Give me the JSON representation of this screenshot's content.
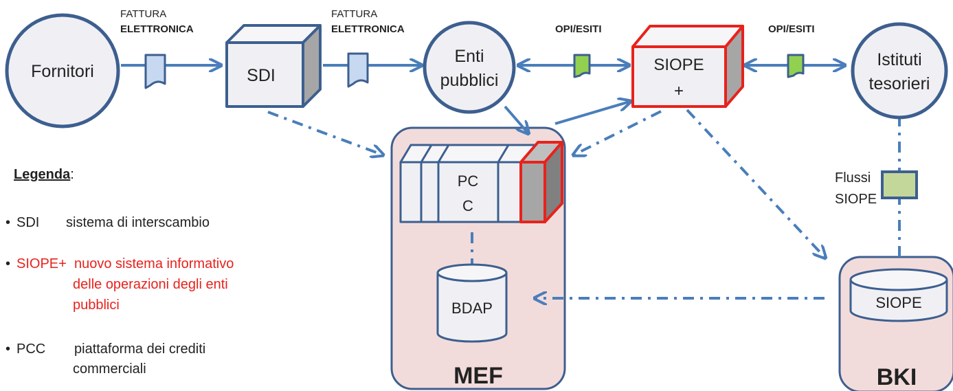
{
  "nodes": {
    "fornitori": "Fornitori",
    "sdi": "SDI",
    "enti_line1": "Enti",
    "enti_line2": "pubblici",
    "siope_line1": "SIOPE",
    "siope_line2": "+",
    "istituti_line1": "Istituti",
    "istituti_line2": "tesorieri",
    "pcc_line1": "PC",
    "pcc_line2": "C",
    "bdap": "BDAP",
    "mef": "MEF",
    "bki_db": "SIOPE",
    "bki": "BKI"
  },
  "edge_labels": {
    "fattura1_line1": "FATTURA",
    "fattura1_line2": "ELETTRONICA",
    "fattura2_line1": "FATTURA",
    "fattura2_line2": "ELETTRONICA",
    "opi1": "OPI/ESITI",
    "opi2": "OPI/ESITI",
    "flussi_line1": "Flussi",
    "flussi_line2": "SIOPE"
  },
  "legend": {
    "title": "Legenda",
    "title_suffix": ":",
    "items": [
      {
        "abbr": "SDI",
        "line1": "sistema di interscambio",
        "line2": "",
        "line3": ""
      },
      {
        "abbr": "SIOPE+",
        "line1": "nuovo sistema informativo",
        "line2": "delle operazioni degli enti",
        "line3": "pubblici"
      },
      {
        "abbr": "PCC",
        "line1": "piattaforma dei crediti",
        "line2": "commerciali",
        "line3": ""
      }
    ]
  },
  "colors": {
    "arrow": "#4a7ebb",
    "node_fill": "#f0f0f4",
    "node_stroke": "#3d5f8f",
    "siope_stroke": "#e8221c",
    "container_fill": "#f2dcdb",
    "doc_fill": "#c6d9f1",
    "opi_fill": "#92d050",
    "flussi_fill": "#c4d79b",
    "legend_red": "#e8221c"
  }
}
